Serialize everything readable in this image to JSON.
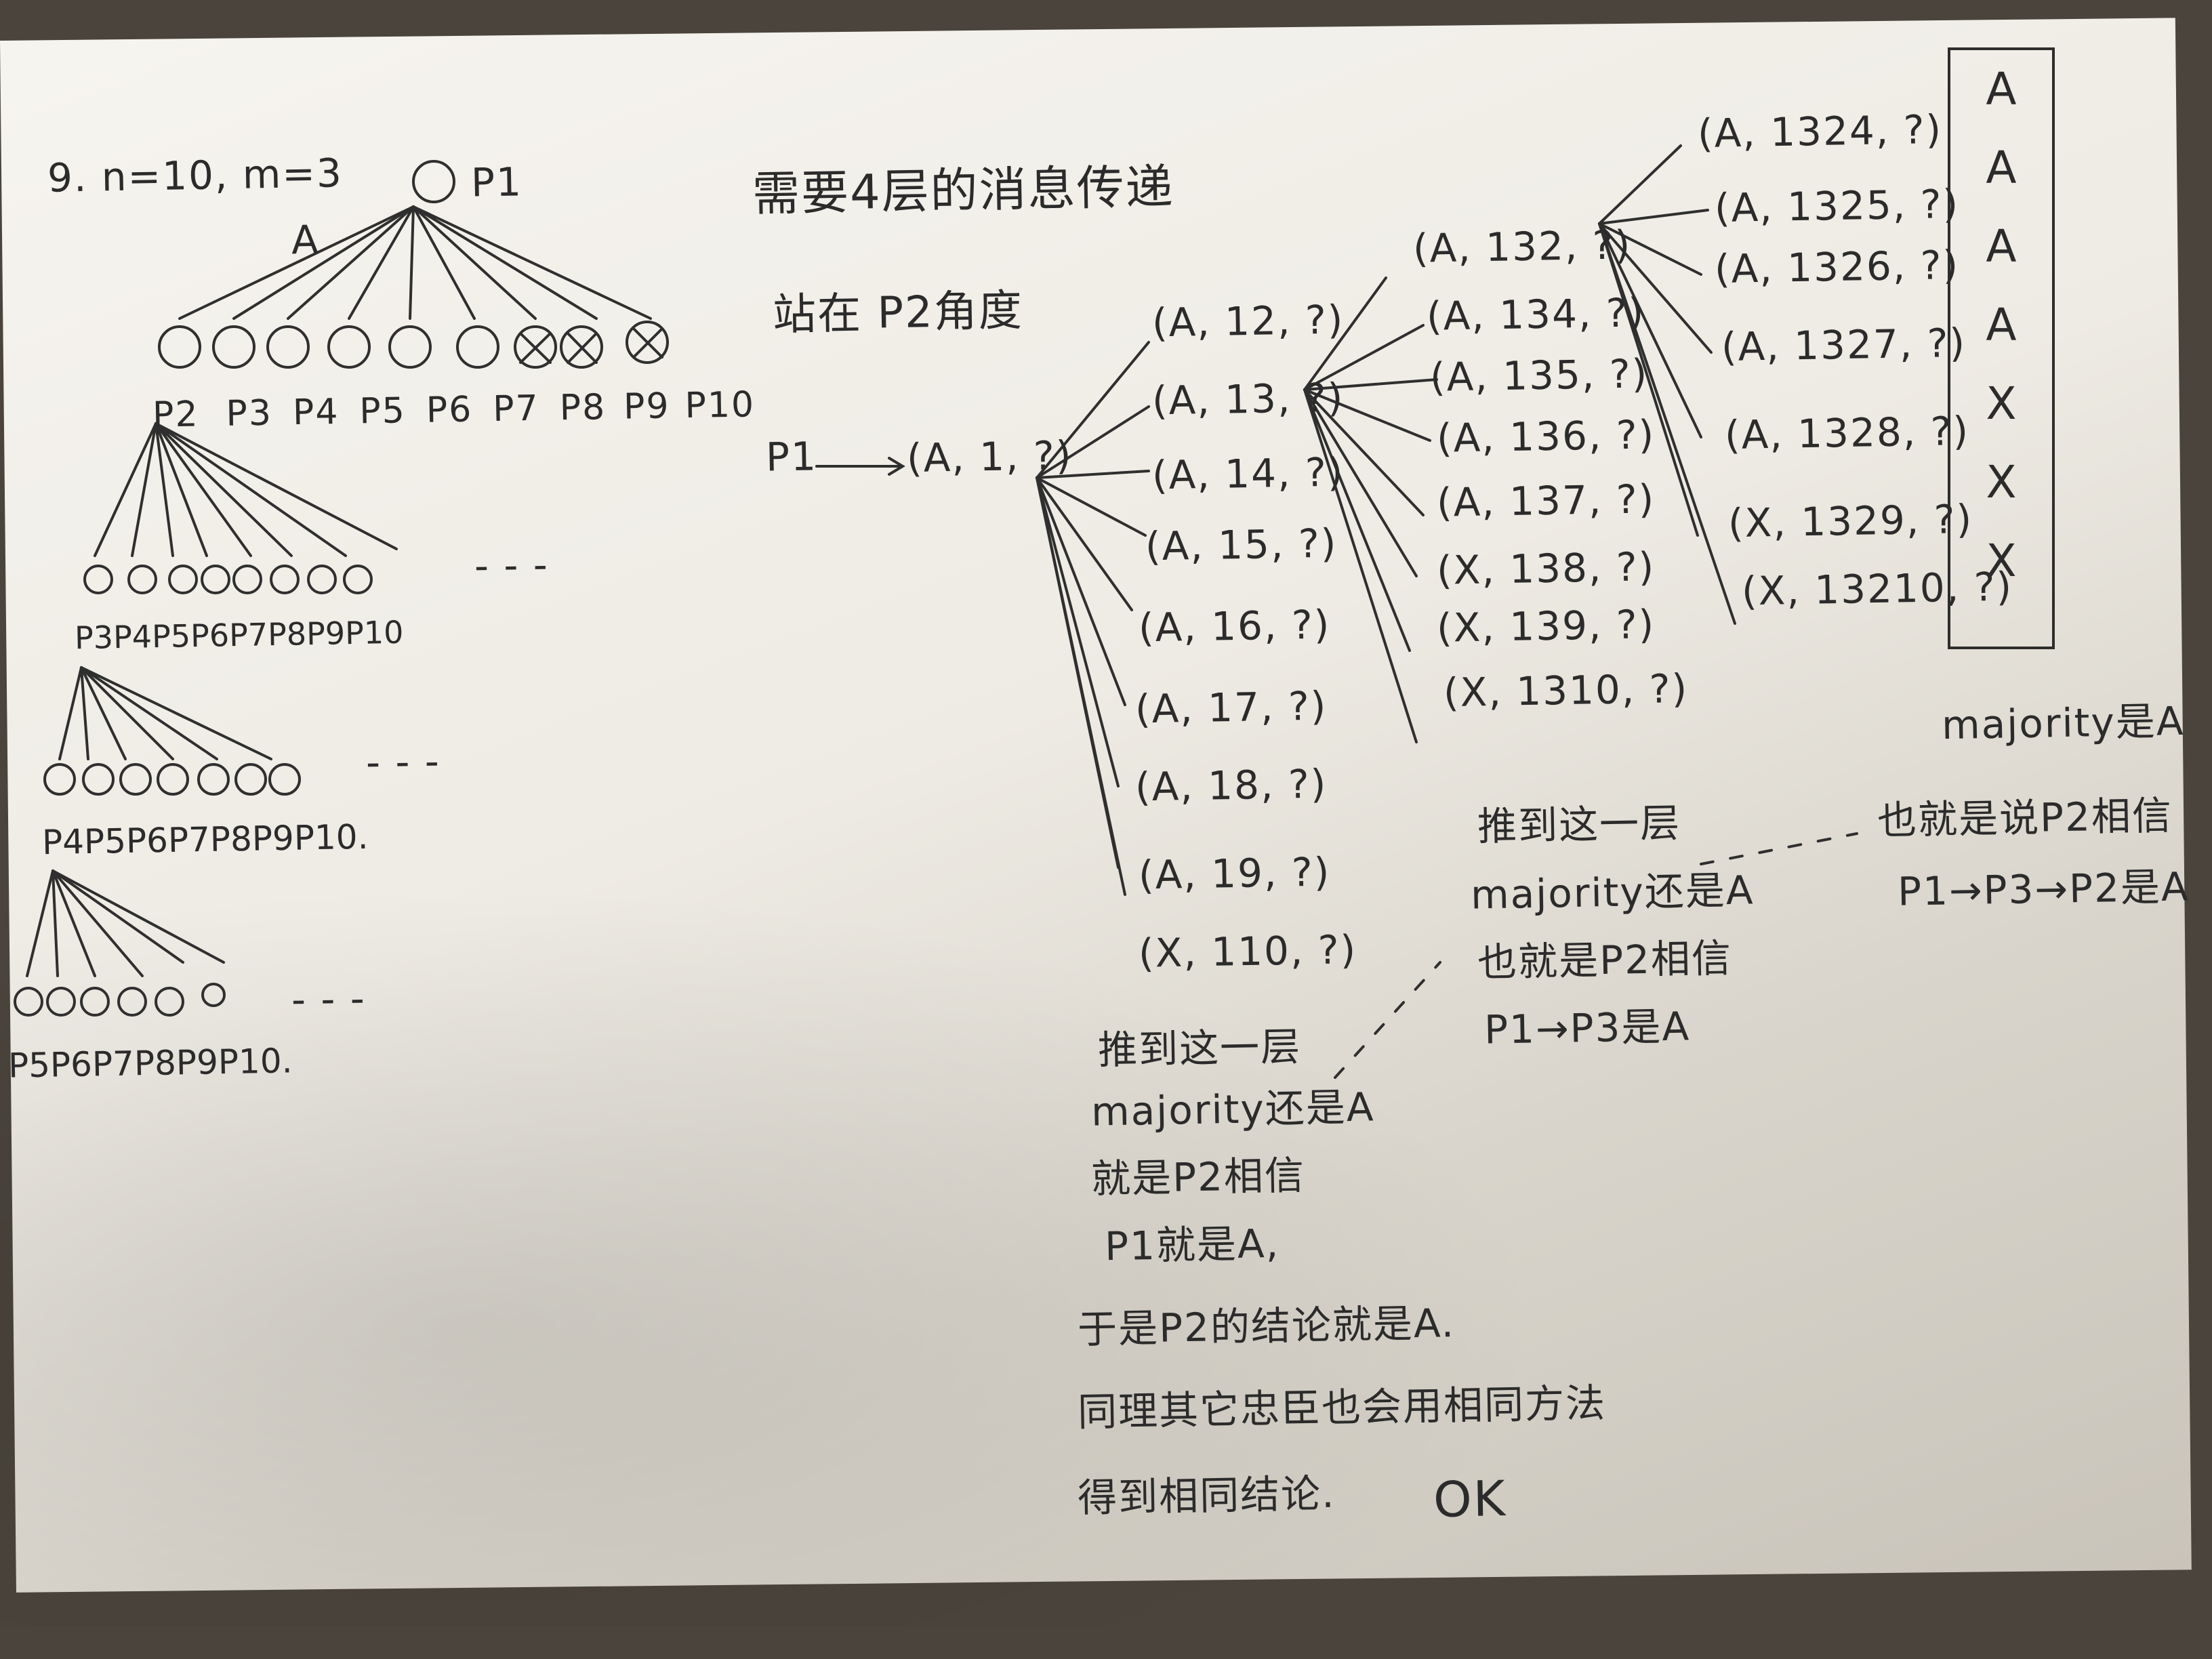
{
  "header": {
    "problem": "9. n=10, m=3",
    "title": "需要4层的消息传递",
    "viewpoint": "站在 P2角度"
  },
  "tree": {
    "root_label": "P1",
    "edge_label": "A",
    "level1": [
      "P2",
      "P3",
      "P4",
      "P5",
      "P6",
      "P7",
      "P8",
      "P9",
      "P10"
    ],
    "level2": [
      "P3",
      "P4",
      "P5",
      "P6",
      "P7",
      "P8",
      "P9",
      "P10"
    ],
    "level3": [
      "P4",
      "P5",
      "P6",
      "P7",
      "P8",
      "P9",
      "P10."
    ],
    "level4": [
      "P5",
      "P6",
      "P7",
      "P8",
      "P9",
      "P10."
    ],
    "ellipsis": "- - -"
  },
  "messages": {
    "source": "P1",
    "root": "(A, 1, ?)",
    "level_a": [
      "(A, 12, ?)",
      "(A, 13, ?)",
      "(A, 14, ?)",
      "(A, 15, ?)",
      "(A, 16, ?)",
      "(A, 17, ?)",
      "(A, 18, ?)",
      "(A, 19, ?)",
      "(X, 110, ?)"
    ],
    "level_b": [
      "(A, 132, ?)",
      "(A, 134, ?)",
      "(A, 135, ?)",
      "(A, 136, ?)",
      "(A, 137, ?)",
      "(X, 138, ?)",
      "(X, 139, ?)",
      "(X, 1310, ?)"
    ],
    "level_c": [
      "(A, 1324, ?)",
      "(A, 1325, ?)",
      "(A, 1326, ?)",
      "(A, 1327, ?)",
      "(A, 1328, ?)",
      "(X, 1329, ?)",
      "(X, 13210, ?)"
    ],
    "votes": [
      "A",
      "A",
      "A",
      "A",
      "X",
      "X",
      "X"
    ]
  },
  "notes": {
    "right_top": [
      "majority是A",
      "也就是说P2相信",
      "P1→P3→P2是A"
    ],
    "middle": [
      "推到这一层",
      "majority还是A",
      "也就是P2相信",
      "P1→P3是A"
    ],
    "bottom": [
      "推到这一层",
      "majority还是A",
      "就是P2相信",
      "P1就是A,",
      "于是P2的结论就是A.",
      "同理其它忠臣也会用相同方法",
      "得到相同结论.",
      "OK"
    ]
  }
}
